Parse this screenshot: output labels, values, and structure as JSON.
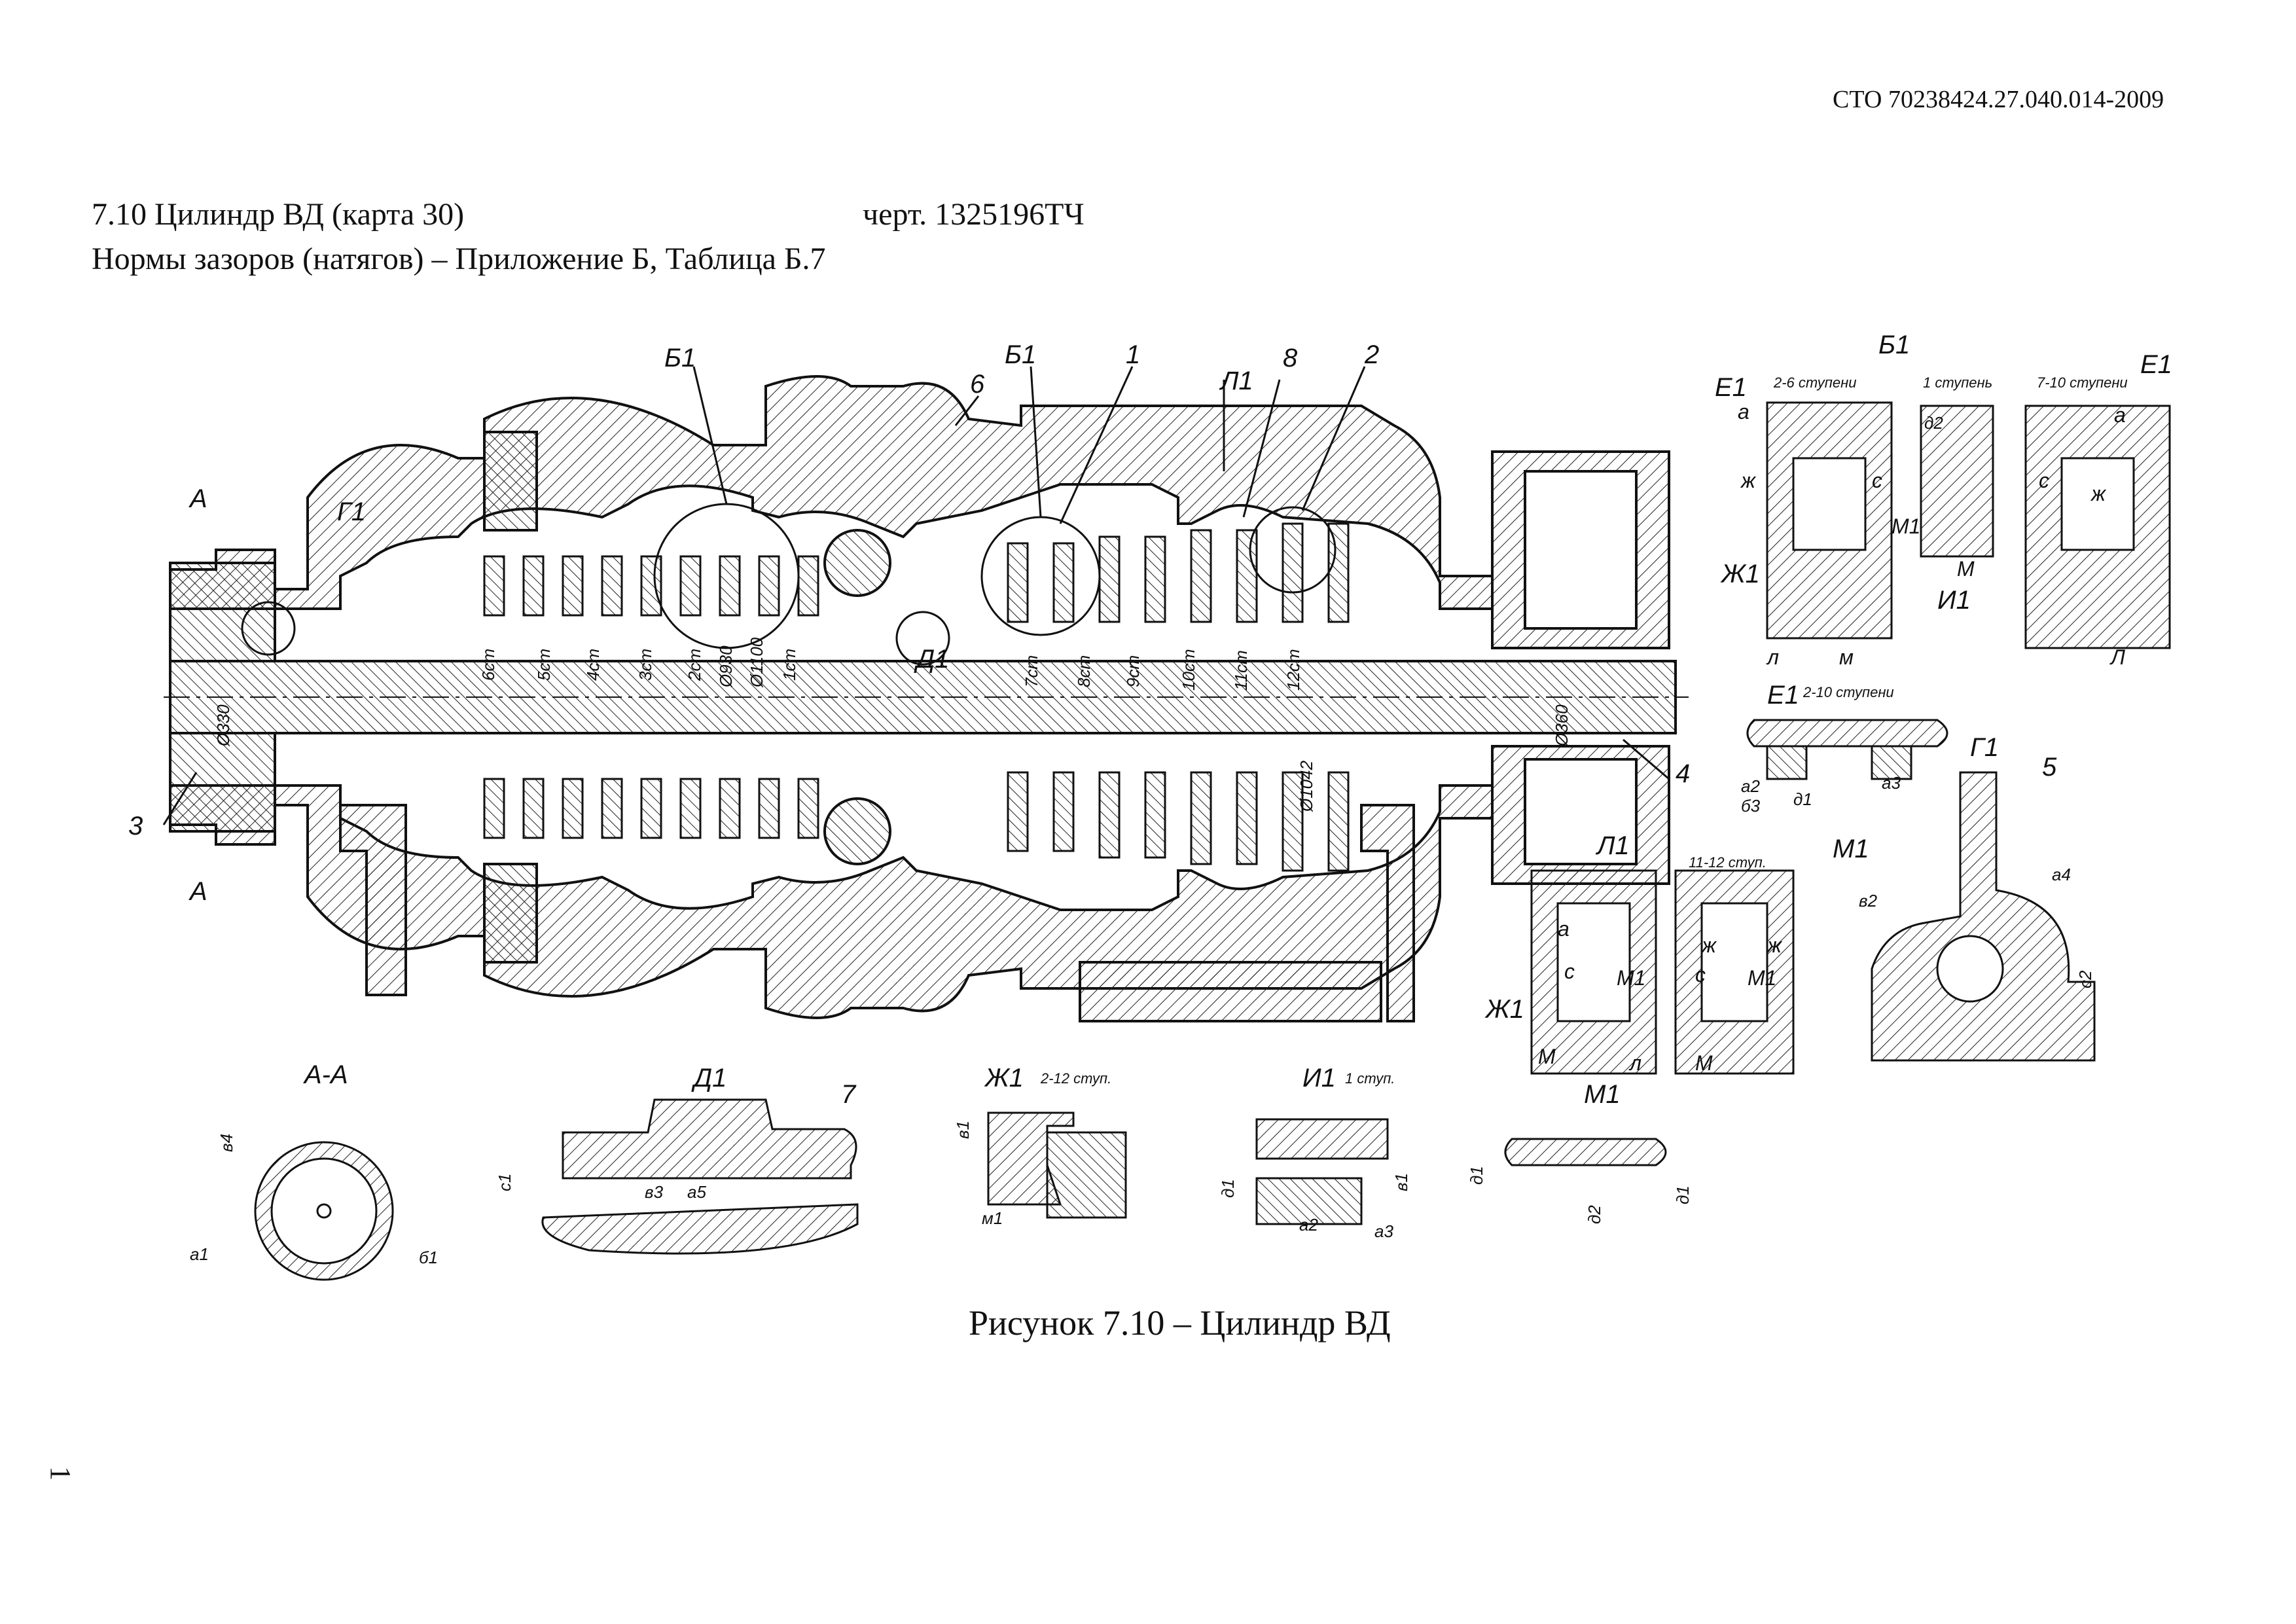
{
  "header": {
    "doc_id": "СТО 70238424.27.040.014-2009",
    "section_title": "7.10 Цилиндр ВД (карта 30)",
    "drawing_number": "черт. 1325196ТЧ",
    "norms_reference": "Нормы зазоров (натягов) – Приложение Б, Таблица Б.7"
  },
  "figure": {
    "caption": "Рисунок 7.10 – Цилиндр ВД",
    "callouts": {
      "n1": "1",
      "n2": "2",
      "n3": "3",
      "n4": "4",
      "n5": "5",
      "n6": "6",
      "n7": "7",
      "n8": "8"
    },
    "view_labels": {
      "A": "А",
      "G1": "Г1",
      "B1_left": "Б1",
      "B1_mid": "Б1",
      "L1": "Л1",
      "D1": "Д1",
      "B1_detail": "Б1",
      "E1_left": "Е1",
      "E1_right": "Е1",
      "E1_mid": "Е1",
      "L1_detail": "Л1",
      "M1_detail": "М1",
      "G1_detail": "Г1",
      "AA": "А-А",
      "D1_detail": "Д1",
      "Zh1_detail": "Ж1",
      "I1_detail": "И1",
      "M1_bottom": "М1"
    },
    "stage_labels": [
      "6ст",
      "5ст",
      "4ст",
      "3ст",
      "2ст",
      "1ст",
      "7ст",
      "8ст",
      "9ст",
      "10ст",
      "11ст",
      "12ст"
    ],
    "diameters": [
      "Ø330",
      "Ø930",
      "Ø1100",
      "Ø360",
      "Ø1042"
    ],
    "detail_notes": {
      "stages_2_6": "2-6 ступени",
      "stage_1": "1 ступень",
      "stages_7_10": "7-10 ступени",
      "stages_2_10": "2-10 ступени",
      "stages_11_12": "11-12 ступ.",
      "stages_2_12": "2-12 ступ.",
      "stage_1_short": "1 ступ."
    },
    "gap_letters": [
      "а",
      "ж",
      "с",
      "л",
      "м",
      "д2",
      "М1",
      "Ж1",
      "И1",
      "М",
      "Л",
      "а2",
      "б3",
      "д1",
      "а3",
      "в2",
      "а4",
      "с2",
      "в4",
      "а1",
      "б1",
      "с1",
      "в3",
      "а5",
      "в1",
      "м1"
    ]
  },
  "page_number": "1"
}
